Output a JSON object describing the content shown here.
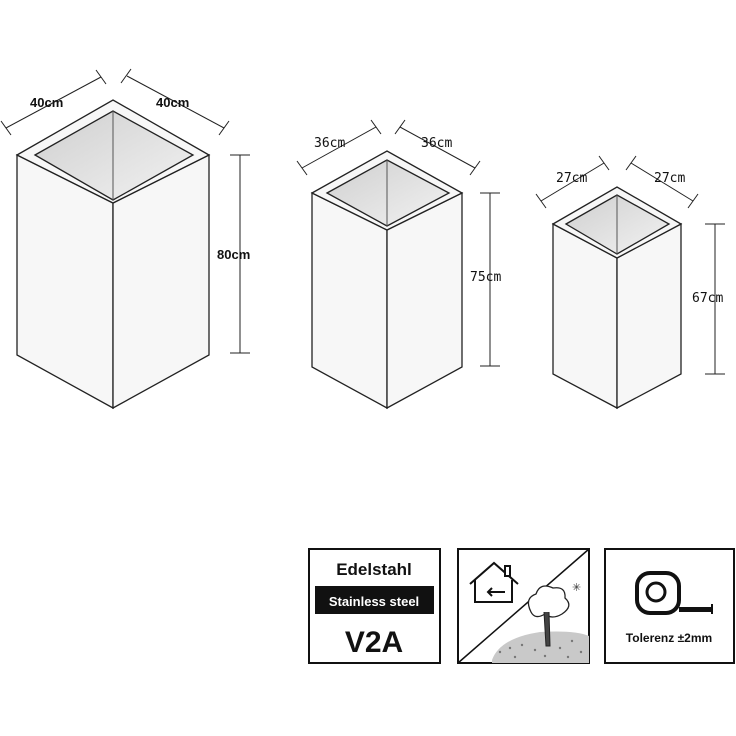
{
  "planters": [
    {
      "width": "40cm",
      "depth": "40cm",
      "height": "80cm"
    },
    {
      "width": "36cm",
      "depth": "36cm",
      "height": "75cm"
    },
    {
      "width": "27cm",
      "depth": "27cm",
      "height": "67cm"
    }
  ],
  "badges": {
    "material": {
      "line1": "Edelstahl",
      "line2": "Stainless steel",
      "line3": "V2A"
    },
    "usage": {
      "icons": [
        "house-icon",
        "tree-icon",
        "snowflake-icon"
      ]
    },
    "tolerance": {
      "label": "Tolerenz ±2mm",
      "icon": "tape-measure-icon"
    }
  }
}
